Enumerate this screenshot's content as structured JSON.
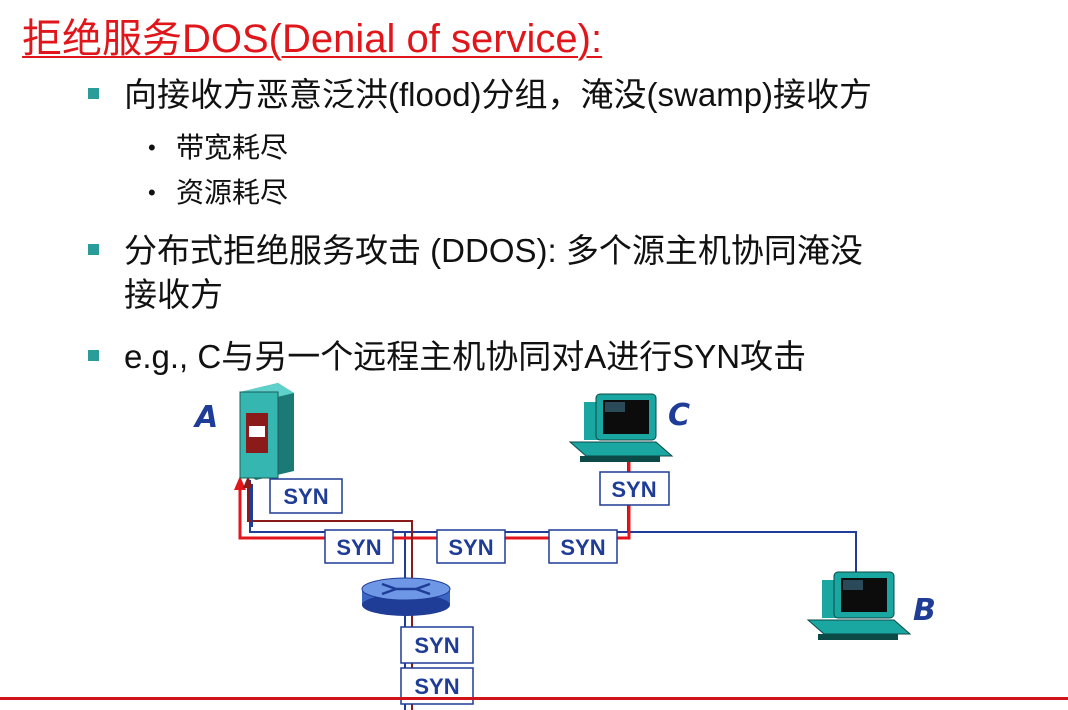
{
  "title": "拒绝服务DOS(Denial of service):",
  "bullets": [
    {
      "text": "向接收方恶意泛洪(flood)分组，淹没(swamp)接收方",
      "subitems": [
        "带宽耗尽",
        "资源耗尽"
      ]
    },
    {
      "text_line1": "分布式拒绝服务攻击 (DDOS): 多个源主机协同淹没",
      "text_line2": "接收方"
    },
    {
      "text": "e.g., C与另一个远程主机协同对A进行SYN攻击"
    }
  ],
  "diagram": {
    "nodes": {
      "a": "A",
      "b": "B",
      "c": "C"
    },
    "packets": [
      "SYN",
      "SYN",
      "SYN",
      "SYN",
      "SYN",
      "SYN",
      "SYN"
    ],
    "colors": {
      "attack": "#e0161b",
      "link": "#1f3c96",
      "server": "#35b6b0",
      "trace": "#8b1a1a"
    }
  }
}
